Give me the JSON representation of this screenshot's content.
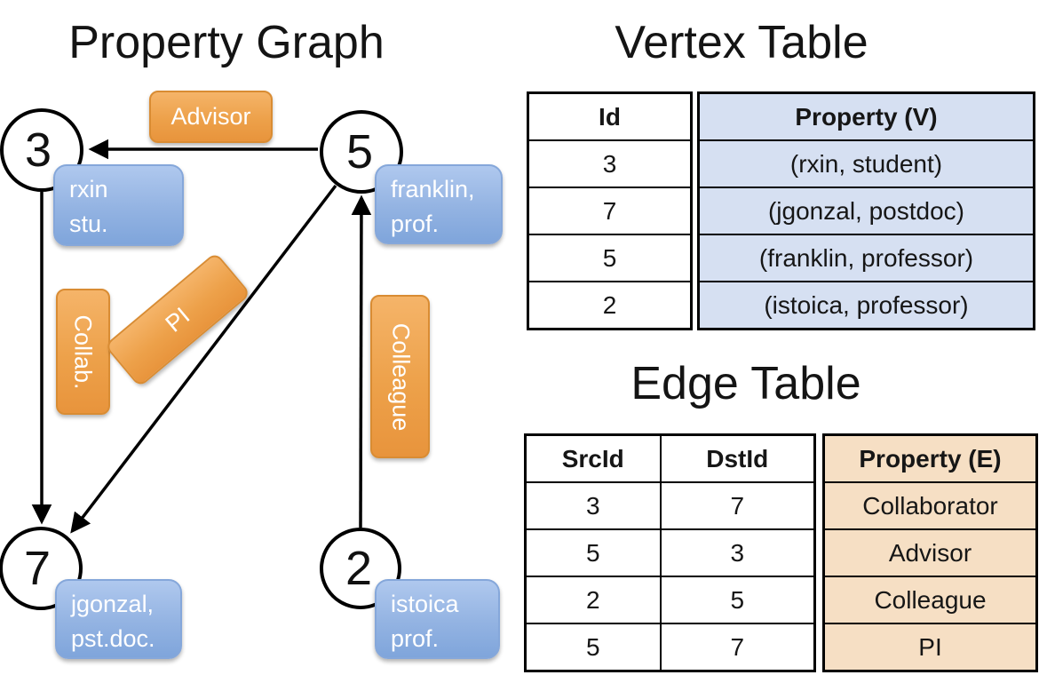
{
  "graph": {
    "title": "Property Graph",
    "nodes": [
      {
        "id": "3",
        "label_lines": [
          "rxin",
          "stu."
        ]
      },
      {
        "id": "5",
        "label_lines": [
          "franklin,",
          "prof."
        ]
      },
      {
        "id": "7",
        "label_lines": [
          "jgonzal,",
          "pst.doc."
        ]
      },
      {
        "id": "2",
        "label_lines": [
          "istoica",
          "prof."
        ]
      }
    ],
    "edge_labels": {
      "advisor": "Advisor",
      "collab": "Collab.",
      "pi": "PI",
      "colleague": "Colleague"
    }
  },
  "vertex_table": {
    "title": "Vertex Table",
    "id_header": "Id",
    "property_header": "Property (V)",
    "rows": [
      {
        "id": "3",
        "property": "(rxin, student)"
      },
      {
        "id": "7",
        "property": "(jgonzal, postdoc)"
      },
      {
        "id": "5",
        "property": "(franklin, professor)"
      },
      {
        "id": "2",
        "property": "(istoica, professor)"
      }
    ]
  },
  "edge_table": {
    "title": "Edge Table",
    "src_header": "SrcId",
    "dst_header": "DstId",
    "property_header": "Property (E)",
    "rows": [
      {
        "src": "3",
        "dst": "7",
        "property": "Collaborator"
      },
      {
        "src": "5",
        "dst": "3",
        "property": "Advisor"
      },
      {
        "src": "2",
        "dst": "5",
        "property": "Colleague"
      },
      {
        "src": "5",
        "dst": "7",
        "property": "PI"
      }
    ]
  },
  "colors": {
    "ink": "#000000",
    "orange-top": "#F5B469",
    "orange-bottom": "#E8943C",
    "orange-border": "#D98C33",
    "blue-top": "#AFC8EE",
    "blue-bottom": "#7FA5DB",
    "blue-border": "#85A7DA",
    "vertex-cell-bg": "#D6E0F2",
    "edge-cell-bg": "#F6DFC4"
  }
}
